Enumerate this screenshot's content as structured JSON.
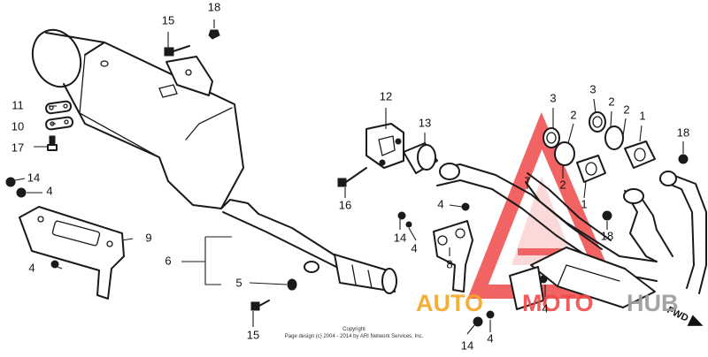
{
  "callouts": [
    {
      "id": "c15a",
      "text": "15"
    },
    {
      "id": "c18a",
      "text": "18"
    },
    {
      "id": "c11",
      "text": "11"
    },
    {
      "id": "c10",
      "text": "10"
    },
    {
      "id": "c17",
      "text": "17"
    },
    {
      "id": "c14a",
      "text": "14"
    },
    {
      "id": "c4a",
      "text": "4"
    },
    {
      "id": "c9",
      "text": "9"
    },
    {
      "id": "c4b",
      "text": "4"
    },
    {
      "id": "c6",
      "text": "6"
    },
    {
      "id": "c5",
      "text": "5"
    },
    {
      "id": "c15b",
      "text": "15"
    },
    {
      "id": "c12",
      "text": "12"
    },
    {
      "id": "c13",
      "text": "13"
    },
    {
      "id": "c16",
      "text": "16"
    },
    {
      "id": "c4c",
      "text": "4"
    },
    {
      "id": "c14b",
      "text": "14"
    },
    {
      "id": "c4d",
      "text": "4"
    },
    {
      "id": "c8",
      "text": "8"
    },
    {
      "id": "c3a",
      "text": "3"
    },
    {
      "id": "c3b",
      "text": "3"
    },
    {
      "id": "c2a",
      "text": "2"
    },
    {
      "id": "c2b",
      "text": "2"
    },
    {
      "id": "c2c",
      "text": "2"
    },
    {
      "id": "c2d",
      "text": "2"
    },
    {
      "id": "c1a",
      "text": "1"
    },
    {
      "id": "c1b",
      "text": "1"
    },
    {
      "id": "c7",
      "text": "7"
    },
    {
      "id": "c18b",
      "text": "18"
    },
    {
      "id": "c18c",
      "text": "18"
    },
    {
      "id": "c4e",
      "text": "4"
    },
    {
      "id": "c14c",
      "text": "14"
    },
    {
      "id": "c4f",
      "text": "4"
    }
  ],
  "copyright": {
    "line1": "Copyright",
    "line2": "Page design (c) 2004 - 2014 by ARI Network Services, Inc."
  },
  "watermark": {
    "text_auto": "AUTO",
    "text_moto": "MOTO",
    "text_hub": "HUB",
    "color_primary": "#f04a4a",
    "color_secondary": "#f5a623",
    "color_hub": "#9a9a9a"
  },
  "fwd_label": "FWD"
}
